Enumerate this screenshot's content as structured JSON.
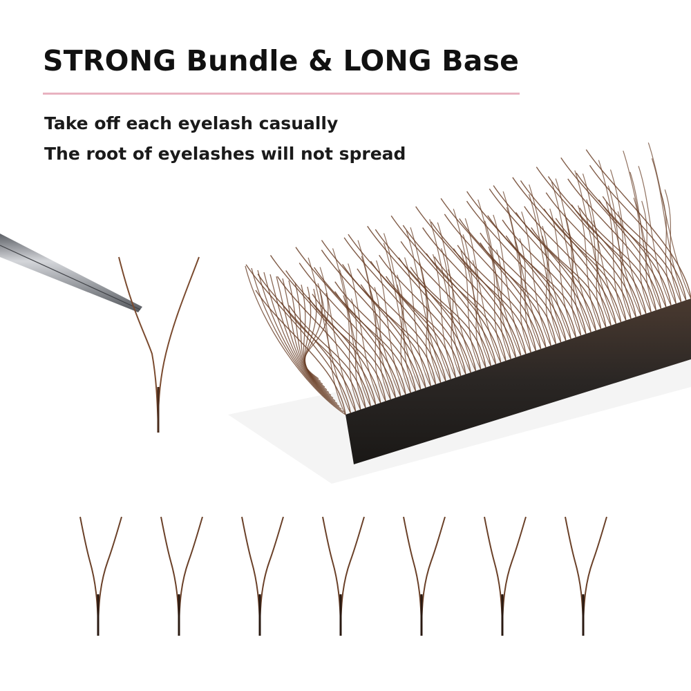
{
  "headline": "STRONG Bundle & LONG Base",
  "sublines": [
    "Take off each eyelash casually",
    "The root of eyelashes will not spread"
  ],
  "colors": {
    "accent_rule": "#e8b2c0",
    "lash_brown": "#6a4028",
    "lash_base": "#2a2624",
    "tweezer_metal": "#8a8d92"
  },
  "icons": {
    "tweezers": "tweezers-icon",
    "lash_strip": "lash-strip-icon",
    "single_lash": "y-lash-icon"
  }
}
